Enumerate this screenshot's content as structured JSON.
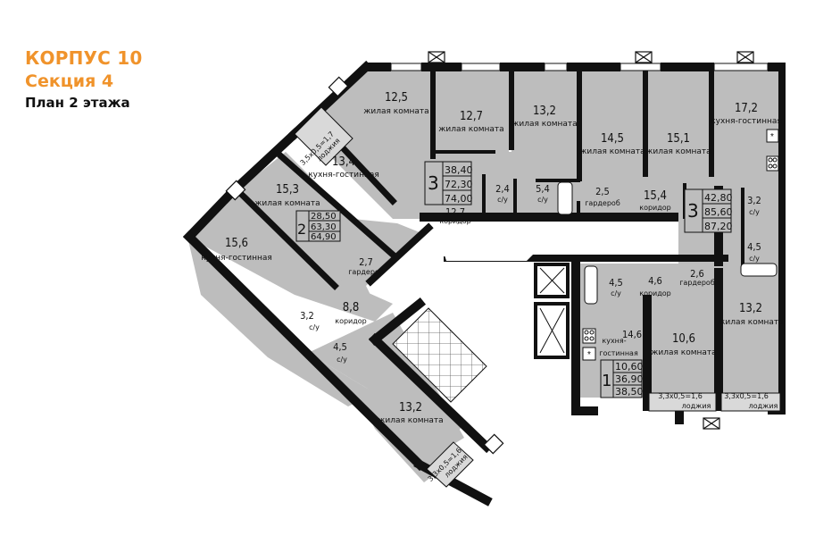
{
  "header": {
    "building": "КОРПУС 10",
    "section": "Секция 4",
    "plan": "План 2 этажа"
  },
  "colors": {
    "title_accent": "#f0932b",
    "room_fill": "#bdbdbd",
    "wall": "#111111",
    "background": "#ffffff"
  },
  "apartments": [
    {
      "rooms": "3",
      "living_area": "38,40",
      "total_area": "72,30",
      "total_with_balcony": "74,00"
    },
    {
      "rooms": "3",
      "living_area": "42,80",
      "total_area": "85,60",
      "total_with_balcony": "87,20"
    },
    {
      "rooms": "2",
      "living_area": "28,50",
      "total_area": "63,30",
      "total_with_balcony": "64,90"
    },
    {
      "rooms": "1",
      "living_area": "10,60",
      "total_area": "36,90",
      "total_with_balcony": "38,50"
    }
  ],
  "rooms": {
    "r1": {
      "area": "12,5",
      "name": "жилая комната"
    },
    "r2": {
      "area": "12,7",
      "name": "жилая комната"
    },
    "r3": {
      "area": "13,2",
      "name": "жилая комната"
    },
    "r4": {
      "area": "14,5",
      "name": "жилая комната"
    },
    "r5": {
      "area": "15,1",
      "name": "жилая комната"
    },
    "r6": {
      "area": "17,2",
      "name": "кухня-гостинная"
    },
    "r7": {
      "area": "13,4",
      "name": "кухня-гостинная"
    },
    "r8": {
      "area": "12,7",
      "name": "коридор"
    },
    "r9": {
      "area": "2,4",
      "name": "с/у"
    },
    "r10": {
      "area": "5,4",
      "name": "с/у"
    },
    "r11": {
      "area": "2,5",
      "name": "гардероб"
    },
    "r12": {
      "area": "15,4",
      "name": "коридор"
    },
    "r13": {
      "area": "3,2",
      "name": "с/у"
    },
    "r14": {
      "area": "4,5",
      "name": "с/у"
    },
    "r15": {
      "area": "15,3",
      "name": "жилая комната"
    },
    "r16": {
      "area": "15,6",
      "name": "кухня-гостинная"
    },
    "r17": {
      "area": "2,7",
      "name": "гардероб"
    },
    "r18": {
      "area": "8,8",
      "name": "коридор"
    },
    "r19": {
      "area": "3,2",
      "name": "с/у"
    },
    "r20": {
      "area": "4,5",
      "name": "с/у"
    },
    "r21": {
      "area": "13,2",
      "name": "жилая комната"
    },
    "r22": {
      "area": "4,5",
      "name": "с/у"
    },
    "r23": {
      "area": "4,6",
      "name": "коридор"
    },
    "r24": {
      "area": "2,6",
      "name": "гардероб"
    },
    "r25": {
      "area": "14,6",
      "name_line1": "кухня-",
      "name_line2": "гостинная"
    },
    "r26": {
      "area": "10,6",
      "name": "жилая комната"
    },
    "r27": {
      "area": "13,2",
      "name": "жилая комната"
    }
  },
  "loggias": {
    "l1": {
      "dims": "3,5х0,5=1,7",
      "name": "лоджия"
    },
    "l2": {
      "dims": "3,3х0,5=1,6",
      "name": "лоджия"
    },
    "l3": {
      "dims": "3,3х0,5=1,6",
      "name": "лоджия"
    },
    "l4": {
      "dims": "3,3х0,5=1,6",
      "name": "лоджия"
    }
  }
}
